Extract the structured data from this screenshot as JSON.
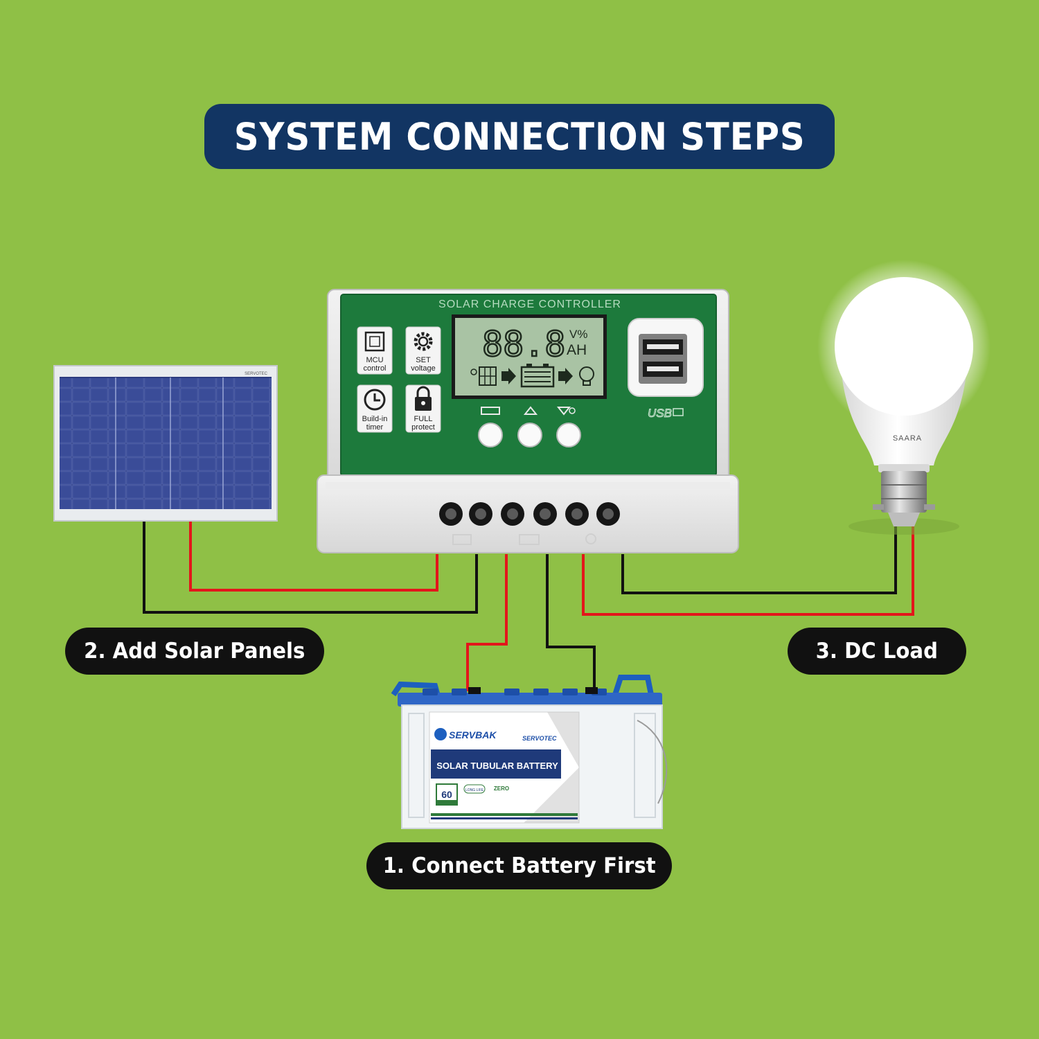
{
  "title": "SYSTEM CONNECTION STEPS",
  "steps": {
    "solar": "2. Add Solar Panels",
    "load": "3. DC Load",
    "battery": "1. Connect Battery First"
  },
  "controller": {
    "heading": "SOLAR CHARGE CONTROLLER",
    "display_digits": "88.8",
    "unit_top": "V%",
    "unit_bottom": "AH",
    "usb_label": "USB",
    "features": {
      "mcu_line1": "MCU",
      "mcu_line2": "control",
      "set_line1": "SET",
      "set_line2": "voltage",
      "timer_line1": "Build-in",
      "timer_line2": "timer",
      "full_line1": "FULL",
      "full_line2": "protect"
    }
  },
  "battery": {
    "brand": "SERVBAK",
    "sub_brand": "SERVOTEC",
    "label": "SOLAR TUBULAR BATTERY",
    "warranty": "60",
    "long_life": "LONG LIFE",
    "zero": "ZERO"
  },
  "bulb": {
    "brand": "SAARA"
  },
  "panel": {
    "brand": "SERVOTEC"
  },
  "colors": {
    "background": "#8fc046",
    "title_bg": "#123563",
    "pill_bg": "#111111",
    "wire_positive": "#e3161b",
    "wire_negative": "#111111",
    "controller_green": "#1d7a3c",
    "lcd": "#a9c3a4"
  }
}
